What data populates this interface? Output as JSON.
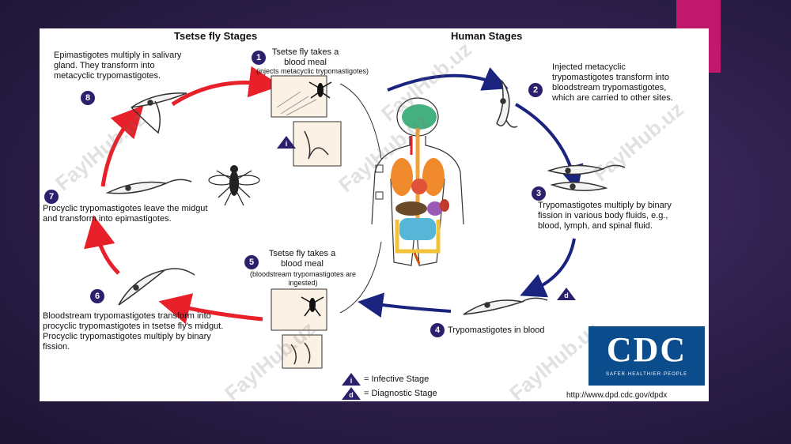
{
  "headers": {
    "tsetse": "Tsetse fly Stages",
    "human": "Human Stages"
  },
  "stages": [
    {
      "n": "1",
      "text": "Tsetse fly takes a blood meal",
      "sub": "(injects metacyclic trypomastigotes)"
    },
    {
      "n": "2",
      "text": "Injected metacyclic trypomastigotes transform into bloodstream trypomastigotes, which are carried to other sites."
    },
    {
      "n": "3",
      "text": "Trypomastigotes multiply by binary fission in various body fluids, e.g., blood, lymph, and spinal fluid."
    },
    {
      "n": "4",
      "text": "Trypomastigotes in blood"
    },
    {
      "n": "5",
      "text": "Tsetse fly takes a blood meal",
      "sub": "(bloodstream trypomastigotes are ingested)"
    },
    {
      "n": "6",
      "text": "Bloodstream trypomastigotes transform into procyclic trypomastigotes in tsetse fly's midgut. Procyclic trypomastigotes multiply by binary fission."
    },
    {
      "n": "7",
      "text": "Procyclic trypomastigotes leave the midgut and transform into epimastigotes."
    },
    {
      "n": "8",
      "text": "Epimastigotes multiply in salivary gland. They transform into metacyclic trypomastigotes."
    }
  ],
  "markers": {
    "infective": "i",
    "diagnostic": "d"
  },
  "legend": {
    "infective": "= Infective Stage",
    "diagnostic": "= Diagnostic Stage"
  },
  "logo": {
    "letters": "CDC",
    "tagline": "SAFER·HEALTHIER·PEOPLE",
    "url": "http://www.dpd.cdc.gov/dpdx"
  },
  "watermark": "FaylHub.uz",
  "colors": {
    "tsetse_arrows": "#e8202a",
    "human_arrows": "#1a237e",
    "accent": "#c0196b",
    "badge": "#2d1f6b"
  }
}
